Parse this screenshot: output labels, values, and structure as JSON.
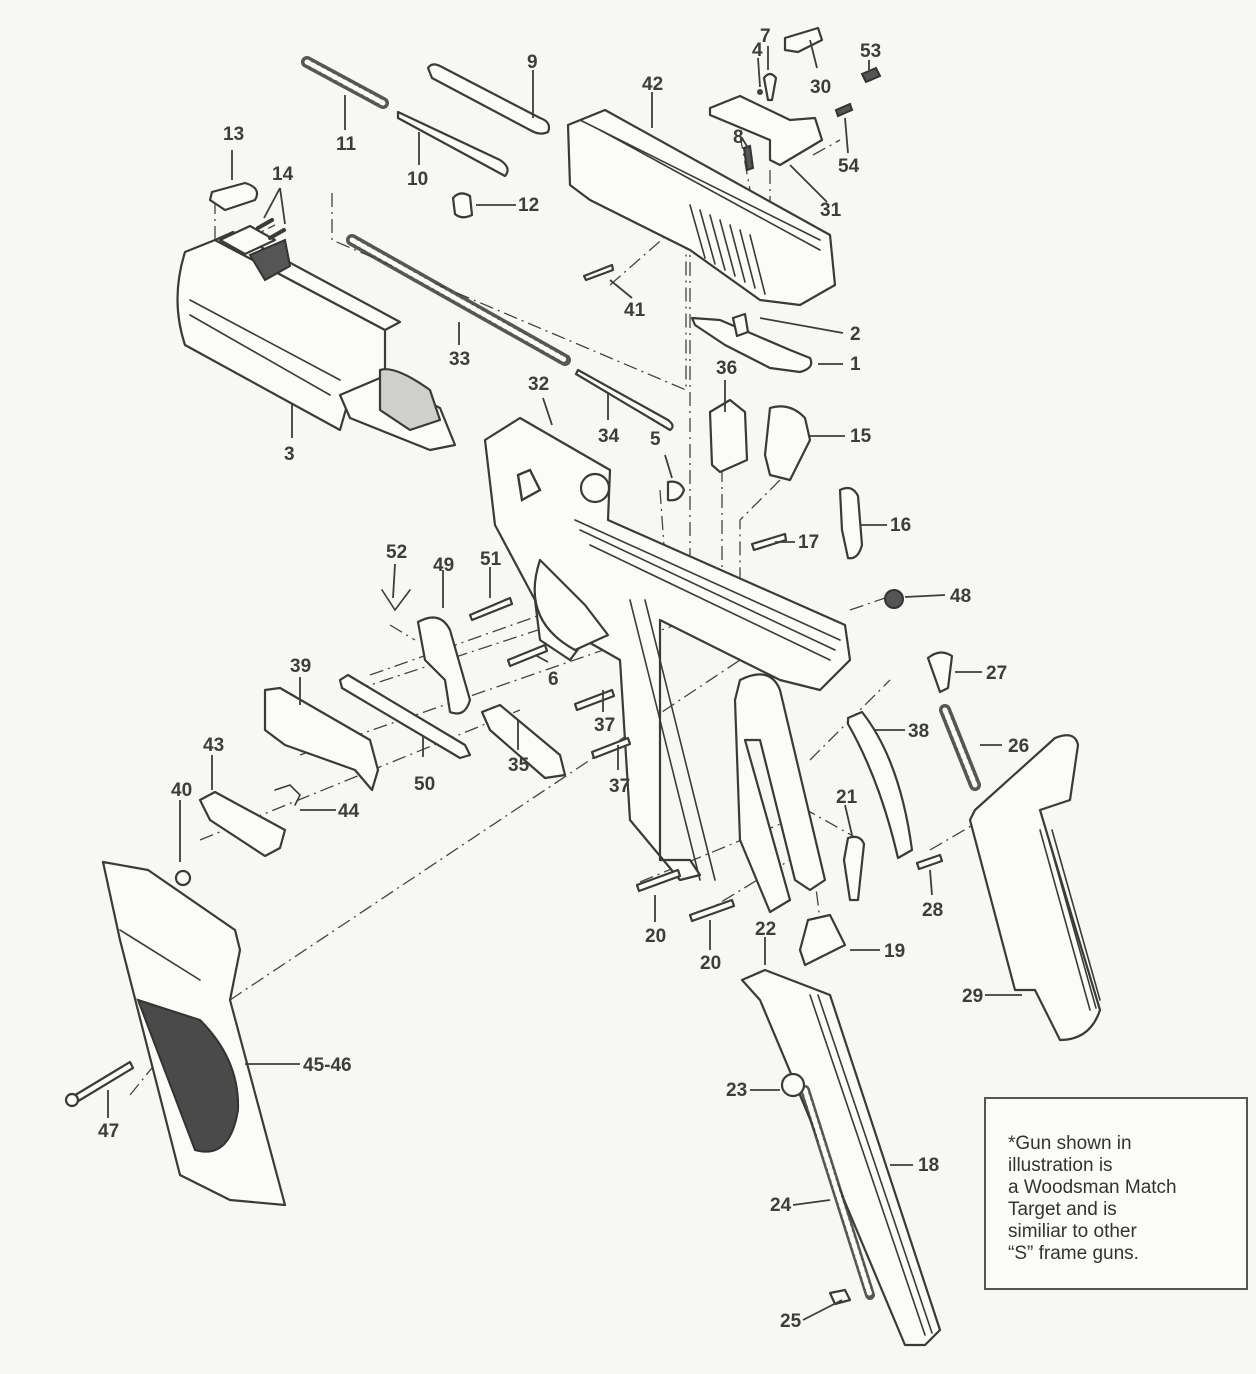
{
  "diagram": {
    "subject": "Colt Woodsman Match Target pistol exploded parts view",
    "note": "*Gun shown in\nillustration is\na Woodsman Match\nTarget and is\nsimiliar to other\n“S” frame guns.",
    "callouts": [
      {
        "id": "1",
        "label": "1"
      },
      {
        "id": "2",
        "label": "2"
      },
      {
        "id": "3",
        "label": "3"
      },
      {
        "id": "4",
        "label": "4"
      },
      {
        "id": "5",
        "label": "5"
      },
      {
        "id": "6",
        "label": "6"
      },
      {
        "id": "7",
        "label": "7"
      },
      {
        "id": "8",
        "label": "8"
      },
      {
        "id": "9",
        "label": "9"
      },
      {
        "id": "10",
        "label": "10"
      },
      {
        "id": "11",
        "label": "11"
      },
      {
        "id": "12",
        "label": "12"
      },
      {
        "id": "13",
        "label": "13"
      },
      {
        "id": "14",
        "label": "14"
      },
      {
        "id": "15",
        "label": "15"
      },
      {
        "id": "16",
        "label": "16"
      },
      {
        "id": "17",
        "label": "17"
      },
      {
        "id": "18",
        "label": "18"
      },
      {
        "id": "19",
        "label": "19"
      },
      {
        "id": "20a",
        "label": "20"
      },
      {
        "id": "20b",
        "label": "20"
      },
      {
        "id": "21",
        "label": "21"
      },
      {
        "id": "22",
        "label": "22"
      },
      {
        "id": "23",
        "label": "23"
      },
      {
        "id": "24",
        "label": "24"
      },
      {
        "id": "25",
        "label": "25"
      },
      {
        "id": "26",
        "label": "26"
      },
      {
        "id": "27",
        "label": "27"
      },
      {
        "id": "28",
        "label": "28"
      },
      {
        "id": "29",
        "label": "29"
      },
      {
        "id": "30",
        "label": "30"
      },
      {
        "id": "31",
        "label": "31"
      },
      {
        "id": "32",
        "label": "32"
      },
      {
        "id": "33",
        "label": "33"
      },
      {
        "id": "34",
        "label": "34"
      },
      {
        "id": "35",
        "label": "35"
      },
      {
        "id": "36",
        "label": "36"
      },
      {
        "id": "37a",
        "label": "37"
      },
      {
        "id": "37b",
        "label": "37"
      },
      {
        "id": "38",
        "label": "38"
      },
      {
        "id": "39",
        "label": "39"
      },
      {
        "id": "40",
        "label": "40"
      },
      {
        "id": "41",
        "label": "41"
      },
      {
        "id": "42",
        "label": "42"
      },
      {
        "id": "43",
        "label": "43"
      },
      {
        "id": "44",
        "label": "44"
      },
      {
        "id": "45-46",
        "label": "45-46"
      },
      {
        "id": "47",
        "label": "47"
      },
      {
        "id": "48",
        "label": "48"
      },
      {
        "id": "49",
        "label": "49"
      },
      {
        "id": "50",
        "label": "50"
      },
      {
        "id": "51",
        "label": "51"
      },
      {
        "id": "52",
        "label": "52"
      },
      {
        "id": "53",
        "label": "53"
      },
      {
        "id": "54",
        "label": "54"
      }
    ]
  }
}
